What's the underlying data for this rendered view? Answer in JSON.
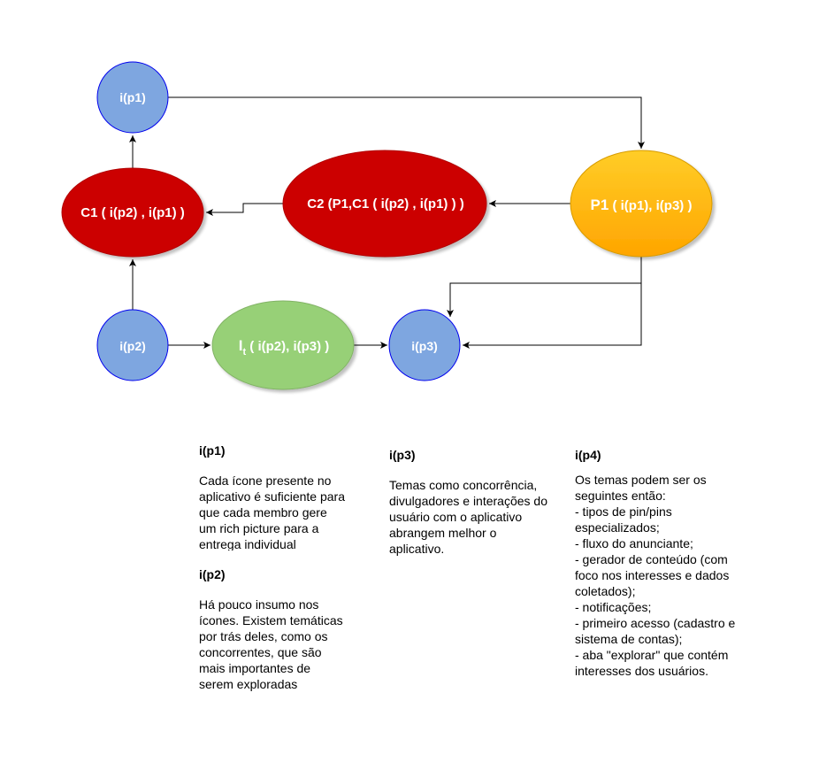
{
  "colors": {
    "blue_fill": "#7ea6e0",
    "blue_stroke": "#0000ee",
    "red_fill": "#cc0000",
    "red_stroke": "#b20000",
    "orange_fill_top": "#ffcd28",
    "orange_fill_bottom": "#ffa500",
    "orange_stroke": "#d79b00",
    "green_fill": "#97d077",
    "green_stroke": "#82b366",
    "edge": "#000000"
  },
  "nodes": {
    "ip1": {
      "label": "i(p1)"
    },
    "ip2": {
      "label": "i(p2)"
    },
    "ip3": {
      "label": "i(p3)"
    },
    "c1": {
      "label": "C1 ( i(p2) , i(p1) )"
    },
    "c2": {
      "label": "C2 (P1,C1 ( i(p2) , i(p1) ) )"
    },
    "p1": {
      "label_main": "P1",
      "label_rest": " ( i(p1), i(p3) )"
    },
    "it": {
      "label_main": "I",
      "label_sub": "t",
      "label_rest": " ( i(p2), i(p3) )"
    }
  },
  "notes": {
    "ip1": {
      "title": "i(p1)",
      "body": "Cada ícone presente no\naplicativo é suficiente para\nque cada membro gere\num rich picture para a\nentrega individual"
    },
    "ip2": {
      "title": "i(p2)",
      "body": "Há pouco insumo nos\nícones. Existem temáticas\npor trás deles, como os\nconcorrentes, que são\nmais importantes de\nserem exploradas"
    },
    "ip3": {
      "title": "i(p3)",
      "body": "Temas como concorrência,\ndivulgadores e interações do\nusuário com o aplicativo\nabrangem melhor o\naplicativo."
    },
    "ip4": {
      "title": "i(p4)",
      "body": "Os temas podem ser os\nseguintes então:\n- tipos de pin/pins\nespecializados;\n- fluxo do anunciante;\n- gerador de conteúdo (com\nfoco nos interesses e dados\ncoletados);\n- notificações;\n- primeiro acesso (cadastro e\nsistema de contas);\n- aba \"explorar\" que contém\ninteresses dos usuários."
    }
  }
}
